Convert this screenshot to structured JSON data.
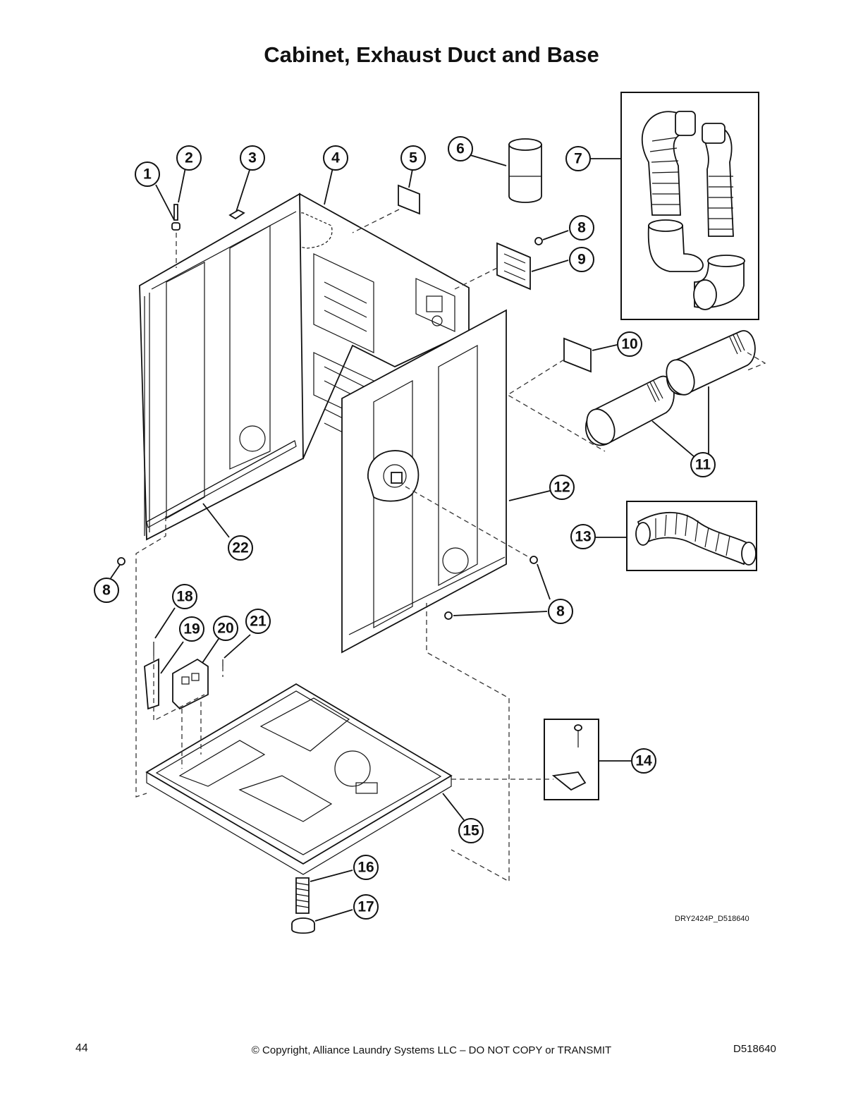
{
  "title": "Cabinet, Exhaust Duct and Base",
  "drawing_code": "DRY2424P_D518640",
  "footer": {
    "page_number": "44",
    "copyright": "© Copyright, Alliance Laundry Systems LLC – DO NOT COPY or TRANSMIT",
    "document_id": "D518640"
  },
  "callouts": [
    "1",
    "2",
    "3",
    "4",
    "5",
    "6",
    "7",
    "8",
    "9",
    "10",
    "11",
    "12",
    "13",
    "14",
    "15",
    "16",
    "17",
    "18",
    "19",
    "20",
    "21",
    "22"
  ]
}
